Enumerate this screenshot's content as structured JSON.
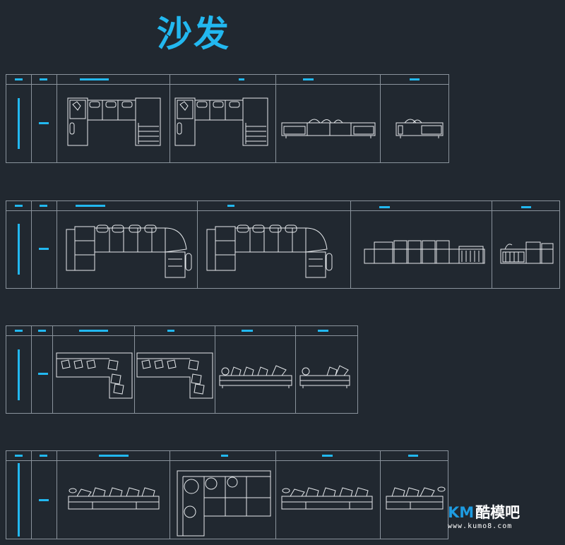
{
  "title": "沙发",
  "watermark": {
    "brand_prefix": "KM",
    "brand_name": "酷模吧",
    "url": "www.kumo8.com"
  },
  "colors": {
    "background": "#212830",
    "accent": "#22b8f0",
    "lines": "#8a939c",
    "drawing": "#e6e9ec"
  },
  "icons": [
    "sofa-plan-drawing",
    "sofa-elevation-drawing"
  ]
}
